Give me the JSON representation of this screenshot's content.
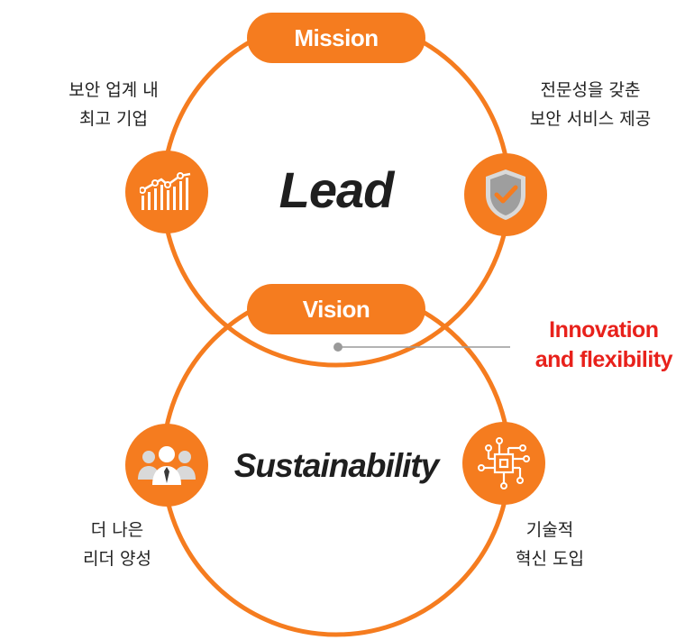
{
  "colors": {
    "brand_orange": "#f57c1f",
    "accent_red": "#e8211b",
    "text_dark": "#222222",
    "connector_gray": "#9a9a9a"
  },
  "mission": {
    "label": "Mission",
    "center_word": "Lead",
    "left": {
      "icon": "growth-chart-icon",
      "lines": [
        "보안 업계 내",
        "최고 기업"
      ]
    },
    "right": {
      "icon": "shield-check-icon",
      "lines": [
        "전문성을 갖춘",
        "보안 서비스 제공"
      ]
    }
  },
  "vision": {
    "label": "Vision",
    "center_word": "Sustainability",
    "left": {
      "icon": "leader-team-icon",
      "lines": [
        "더 나은",
        "리더 양성"
      ]
    },
    "right": {
      "icon": "circuit-chip-icon",
      "lines": [
        "기술적",
        "혁신 도입"
      ]
    }
  },
  "callout": {
    "lines": [
      "Innovation",
      "and flexibility"
    ]
  }
}
